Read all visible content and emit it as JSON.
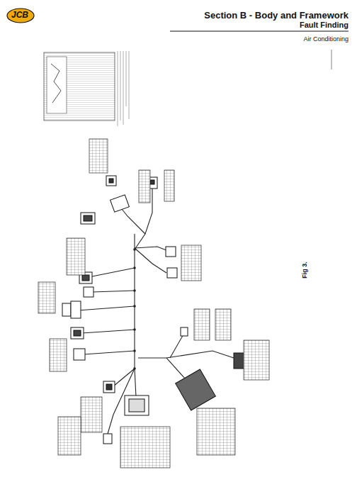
{
  "diagram": {
    "title": "Section B - Body and Framework",
    "caption": "Fig 3.",
    "labels": [
      "JCB",
      "Fault Finding",
      "Air Conditioning"
    ]
  }
}
